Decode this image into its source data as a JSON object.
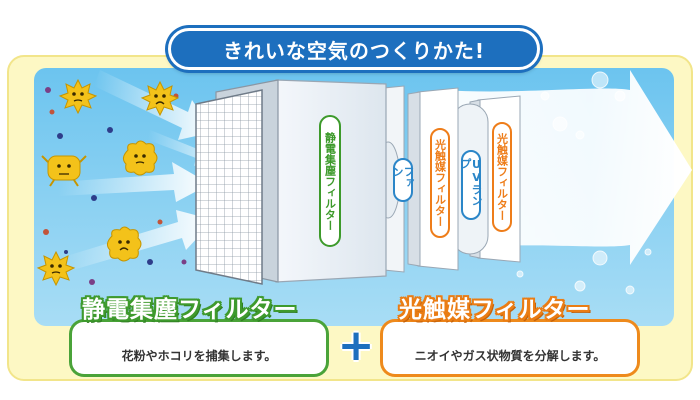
{
  "title": "きれいな空気のつくりかた!",
  "filter_labels": {
    "static_filter": "静電集塵フィルター",
    "fan": "ファン",
    "photocatalyst_front": "光触媒フィルター",
    "uv_lamp": "UVランプ",
    "photocatalyst_back": "光触媒フィルター"
  },
  "features": {
    "static": {
      "heading": "静電集塵フィルター",
      "description": "花粉やホコリを捕集します。"
    },
    "plus": "+",
    "photo": {
      "heading": "光触媒フィルター",
      "description": "ニオイやガス状物質を分解します。"
    }
  },
  "colors": {
    "banner_blue": "#1d6fbe",
    "green": "#4aa339",
    "orange": "#ee8a1c",
    "frame_cream": "#fdf8c8",
    "sky": "#8ed3f3"
  }
}
